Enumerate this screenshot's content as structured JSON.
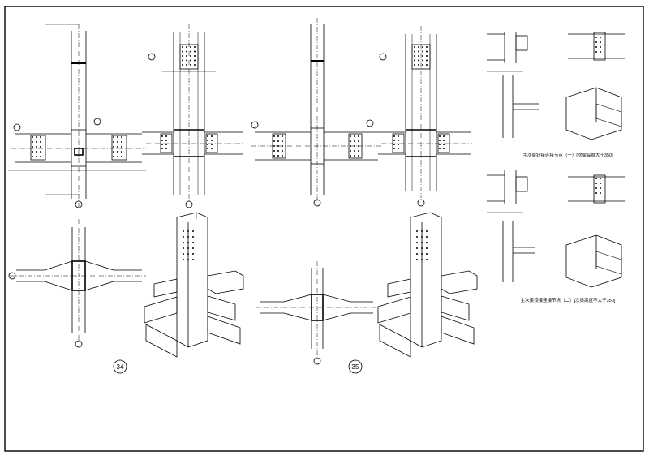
{
  "drawing": {
    "detail_1_caption": "主次梁铰接连接节点（一）[次梁高度大于350]",
    "detail_2_caption": "主次梁铰接连接节点（二）[次梁高度不大于350]",
    "section_marks": [
      "34",
      "35"
    ]
  }
}
